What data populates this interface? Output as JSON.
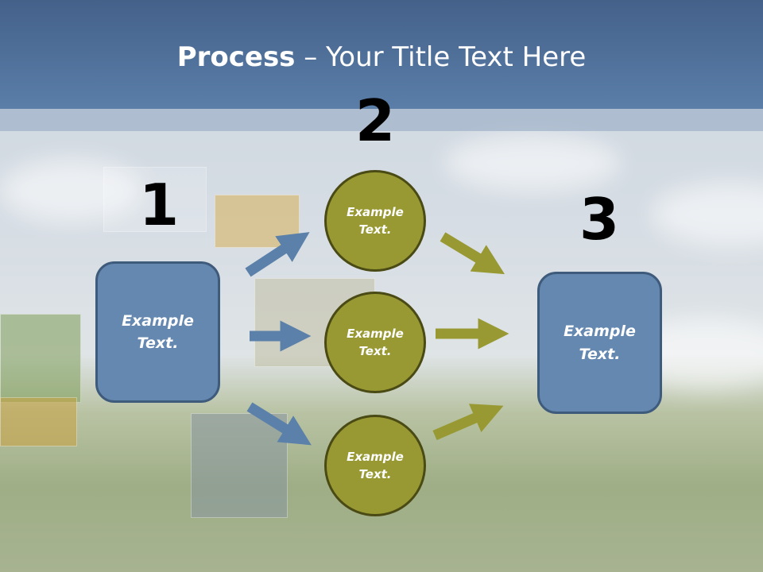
{
  "header": {
    "title_bold": "Process",
    "title_rest": " – Your Title Text Here"
  },
  "steps": [
    {
      "number": "1",
      "text": "Example Text."
    },
    {
      "number": "2",
      "items": [
        "Example Text.",
        "Example Text.",
        "Example Text."
      ]
    },
    {
      "number": "3",
      "text": "Example Text."
    }
  ],
  "colors": {
    "header": "#5a7ea8",
    "box": "#6588b0",
    "circle": "#999933",
    "arrow_blue": "#5b80aa",
    "arrow_olive": "#999933"
  }
}
